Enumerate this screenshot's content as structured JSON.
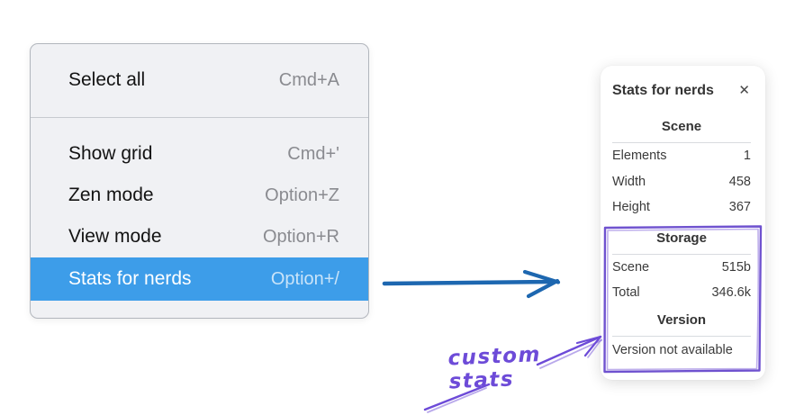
{
  "menu": {
    "groups": [
      {
        "items": [
          {
            "label": "Select all",
            "shortcut": "Cmd+A"
          }
        ]
      },
      {
        "items": [
          {
            "label": "Show grid",
            "shortcut": "Cmd+'"
          },
          {
            "label": "Zen mode",
            "shortcut": "Option+Z"
          },
          {
            "label": "View mode",
            "shortcut": "Option+R"
          },
          {
            "label": "Stats for nerds",
            "shortcut": "Option+/",
            "selected": true
          }
        ]
      }
    ]
  },
  "stats_panel": {
    "title": "Stats for nerds",
    "close_icon": "✕",
    "sections": [
      {
        "heading": "Scene",
        "rows": [
          {
            "label": "Elements",
            "value": "1"
          },
          {
            "label": "Width",
            "value": "458"
          },
          {
            "label": "Height",
            "value": "367"
          }
        ]
      },
      {
        "heading": "Storage",
        "rows": [
          {
            "label": "Scene",
            "value": "515b"
          },
          {
            "label": "Total",
            "value": "346.6k"
          }
        ]
      },
      {
        "heading": "Version",
        "note": "Version not available"
      }
    ]
  },
  "annotation": {
    "label": "custom stats"
  },
  "colors": {
    "menu_highlight": "#3d9de9",
    "arrow_blue": "#1d67b0",
    "annotation_purple": "#6d4bd8"
  }
}
